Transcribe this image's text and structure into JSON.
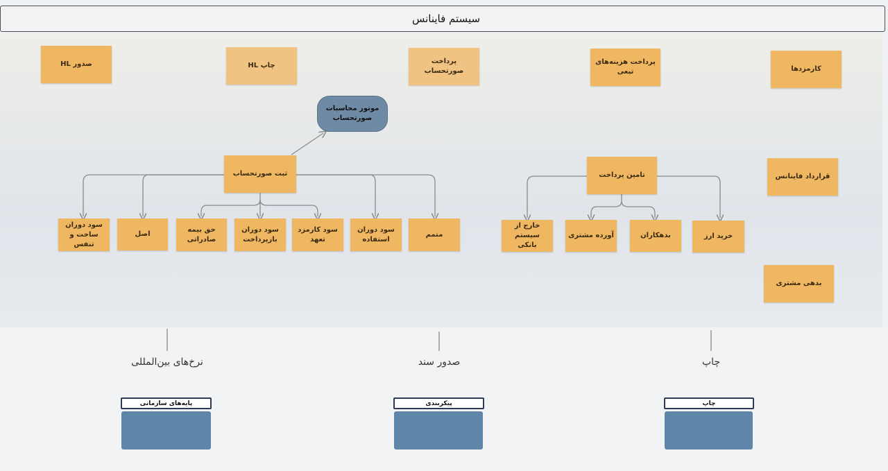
{
  "window": {
    "title": "سیستم فاینانس"
  },
  "top_row": [
    {
      "id": "hl_issue",
      "label": "صدور HL"
    },
    {
      "id": "hl_print",
      "label": "چاپ HL"
    },
    {
      "id": "invoice_pay",
      "label": "پرداخت صورتحساب"
    },
    {
      "id": "side_costs",
      "label": "پرداخت هزینه‌های تبعی"
    },
    {
      "id": "fees",
      "label": "کارمزدها"
    }
  ],
  "engine": {
    "label": "موتور محاسبات\nصورتحساب"
  },
  "invoice_record": {
    "label": "ثبت صورتحساب"
  },
  "invoice_children": [
    {
      "id": "construction_interest",
      "label": "سود دوران\nساخت و تنفس"
    },
    {
      "id": "principal",
      "label": "اصل"
    },
    {
      "id": "insurance",
      "label": "حق بیمه\nصادراتی"
    },
    {
      "id": "repayment_interest",
      "label": "سود دوران\nبازپرداخت"
    },
    {
      "id": "commitment_fee",
      "label": "سود کارمزد\nتعهد"
    },
    {
      "id": "usage_interest",
      "label": "سود دوران\nاستفاده"
    },
    {
      "id": "supplementary",
      "label": "متمم"
    }
  ],
  "payment_supply": {
    "label": "تامین پرداخت"
  },
  "payment_children": [
    {
      "id": "outside_bank",
      "label": "خارج از سیستم\nبانکی"
    },
    {
      "id": "customer_deposit",
      "label": "آورده مشتری"
    },
    {
      "id": "creditors",
      "label": "بدهکاران"
    },
    {
      "id": "fx_purchase",
      "label": "خرید ارز"
    }
  ],
  "right_column": [
    {
      "id": "finance_contract",
      "label": "قرارداد فاینانس"
    },
    {
      "id": "customer_debt",
      "label": "بدهی مشتری"
    }
  ],
  "sections": [
    {
      "id": "rates",
      "title": "نرخ‌های بین‌المللی",
      "tab": "پایه‌های سازمانی"
    },
    {
      "id": "voucher",
      "title": "صدور سند",
      "tab": "پیکربندی"
    },
    {
      "id": "print",
      "title": "چاپ",
      "tab": "چاپ"
    }
  ],
  "colors": {
    "box": "#f0b763",
    "engine": "#6e8aa5",
    "panel": "#5f86a8",
    "tab_border": "#2d3b57",
    "connector": "#8a8a8a"
  }
}
